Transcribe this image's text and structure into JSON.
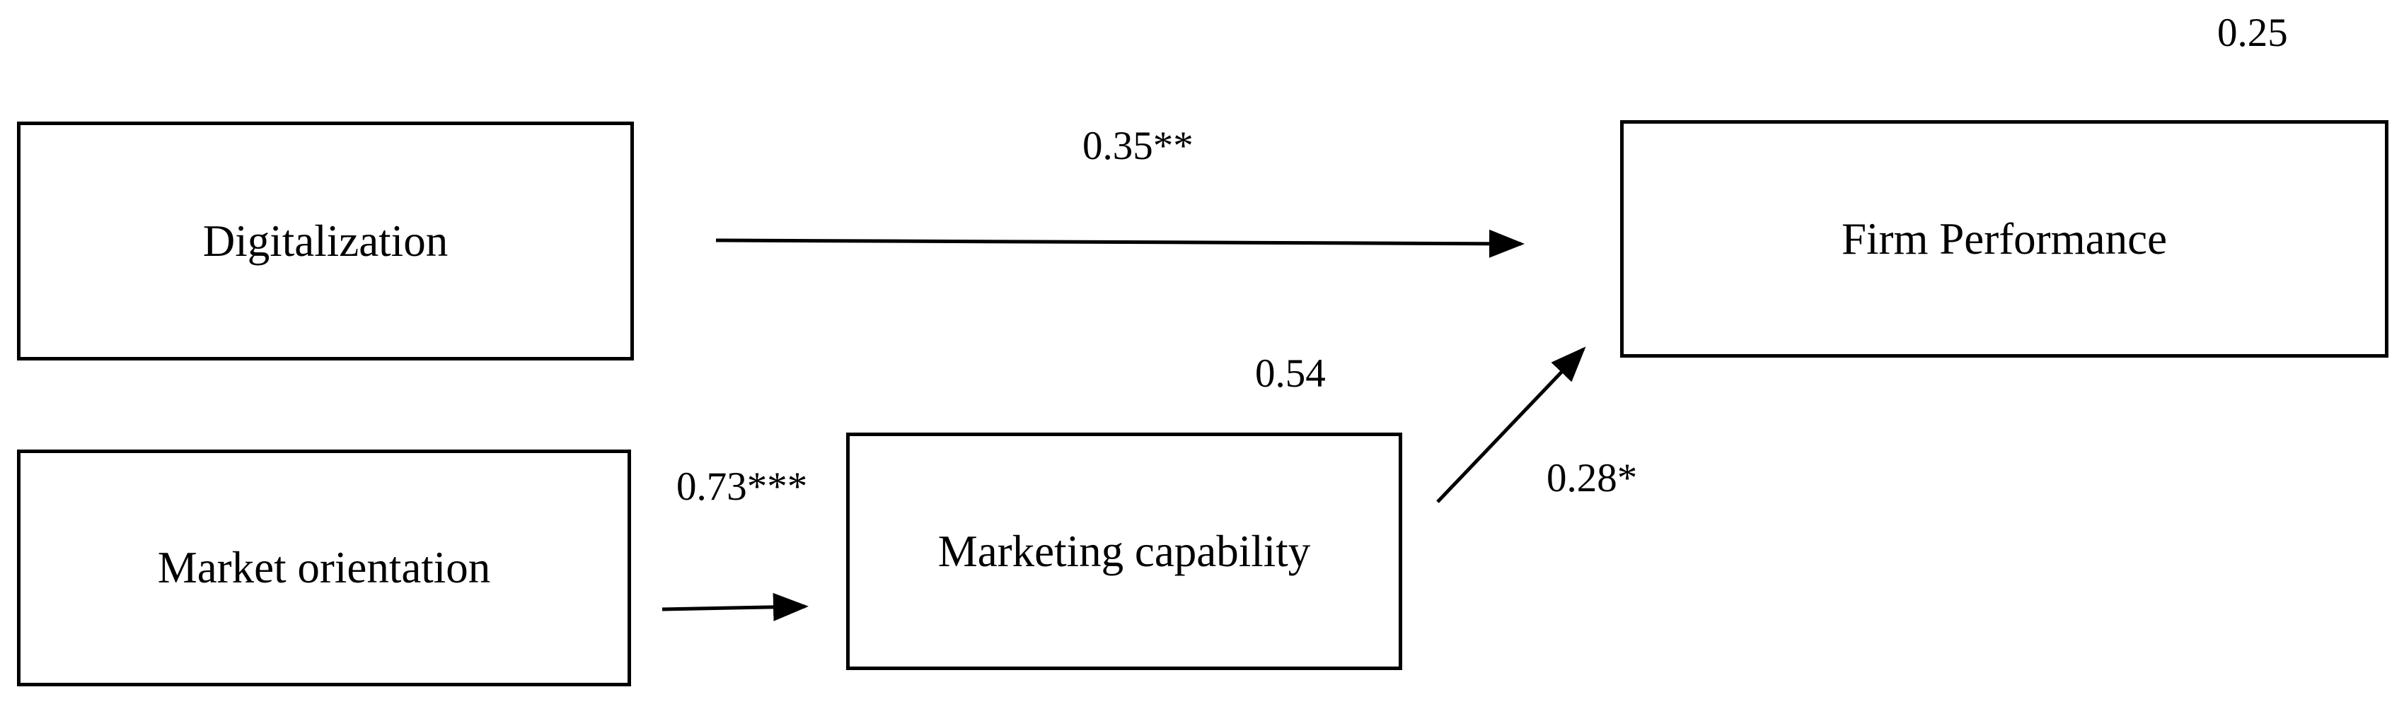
{
  "nodes": {
    "digitalization": "Digitalization",
    "market_orientation": "Market orientation",
    "marketing_capability": "Marketing capability",
    "firm_performance": "Firm Performance"
  },
  "paths": {
    "digitalization_to_firm_performance": "0.35**",
    "market_orientation_to_marketing_capability": "0.73***",
    "marketing_capability_to_firm_performance": "0.28*"
  },
  "variance_explained": {
    "firm_performance": "0.25",
    "marketing_capability": "0.54"
  },
  "colors": {
    "line": "#000000",
    "background": "#ffffff"
  }
}
